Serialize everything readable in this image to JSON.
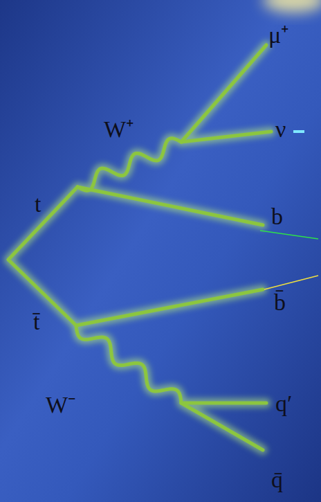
{
  "diagram": {
    "labels": [
      "μ⁺",
      "ν",
      "W⁺",
      "t",
      "b",
      "b̄",
      "t̄",
      "W⁻",
      "q′",
      "q̄"
    ]
  }
}
